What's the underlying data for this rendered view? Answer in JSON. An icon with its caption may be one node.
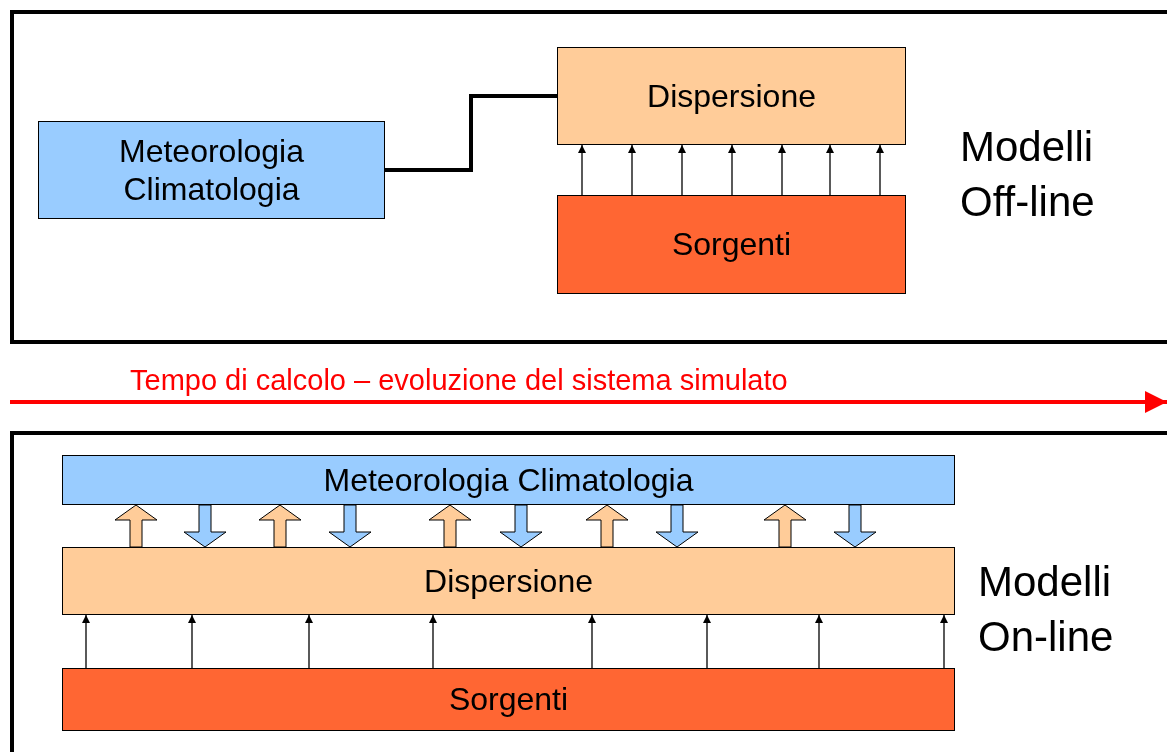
{
  "diagram": {
    "nodes": [
      {
        "text": [
          "Modelli Off-line"
        ]
      },
      {
        "text": [
          "Meteorologia Climatologia"
        ],
        "in": 0
      },
      {
        "text": [
          "Dispersione"
        ],
        "in": 0
      },
      {
        "text": [
          "Sorgenti"
        ],
        "in": 0
      },
      {
        "text": [
          "Modelli On-line"
        ]
      },
      {
        "text": [
          "Meteorologia Climatologia"
        ],
        "in": 4
      },
      {
        "text": [
          "Dispersione"
        ],
        "in": 4
      },
      {
        "text": [
          "Sorgenti"
        ],
        "in": 4
      }
    ],
    "edges": [
      {
        "from": 1,
        "to": 2,
        "arrow": "none",
        "style": "thick"
      },
      {
        "from": 3,
        "to": 2,
        "arrow": "to"
      },
      {
        "from": 3,
        "to": 2,
        "arrow": "to"
      },
      {
        "from": 3,
        "to": 2,
        "arrow": "to"
      },
      {
        "from": 3,
        "to": 2,
        "arrow": "to"
      },
      {
        "from": 3,
        "to": 2,
        "arrow": "to"
      },
      {
        "from": 3,
        "to": 2,
        "arrow": "to"
      },
      {
        "from": 3,
        "to": 2,
        "arrow": "to"
      },
      {
        "from": 6,
        "to": 5,
        "arrow": "to",
        "style": "thick",
        "color": "#ffcc99"
      },
      {
        "from": 5,
        "to": 6,
        "arrow": "to",
        "style": "thick",
        "color": "#99ccff"
      },
      {
        "from": 6,
        "to": 5,
        "arrow": "to",
        "style": "thick",
        "color": "#ffcc99"
      },
      {
        "from": 5,
        "to": 6,
        "arrow": "to",
        "style": "thick",
        "color": "#99ccff"
      },
      {
        "from": 6,
        "to": 5,
        "arrow": "to",
        "style": "thick",
        "color": "#ffcc99"
      },
      {
        "from": 5,
        "to": 6,
        "arrow": "to",
        "style": "thick",
        "color": "#99ccff"
      },
      {
        "from": 6,
        "to": 5,
        "arrow": "to",
        "style": "thick",
        "color": "#ffcc99"
      },
      {
        "from": 5,
        "to": 6,
        "arrow": "to",
        "style": "thick",
        "color": "#99ccff"
      },
      {
        "from": 6,
        "to": 5,
        "arrow": "to",
        "style": "thick",
        "color": "#ffcc99"
      },
      {
        "from": 5,
        "to": 6,
        "arrow": "to",
        "style": "thick",
        "color": "#99ccff"
      },
      {
        "from": 7,
        "to": 6,
        "arrow": "to"
      },
      {
        "from": 7,
        "to": 6,
        "arrow": "to"
      },
      {
        "from": 7,
        "to": 6,
        "arrow": "to"
      },
      {
        "from": 7,
        "to": 6,
        "arrow": "to"
      },
      {
        "from": 7,
        "to": 6,
        "arrow": "to"
      },
      {
        "from": 7,
        "to": 6,
        "arrow": "to"
      },
      {
        "from": 7,
        "to": 6,
        "arrow": "to"
      },
      {
        "from": 7,
        "to": 6,
        "arrow": "to"
      }
    ],
    "labels": [
      "Tempo di calcolo – evoluzione del sistema simulato"
    ]
  }
}
